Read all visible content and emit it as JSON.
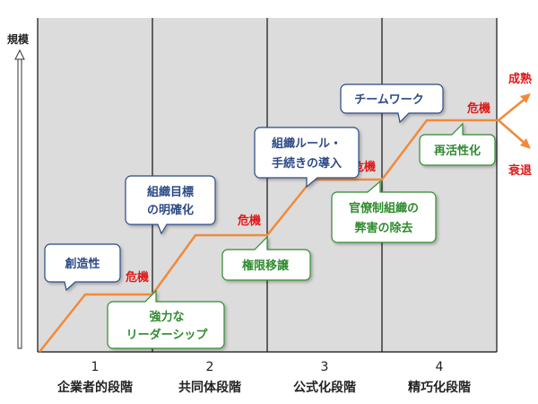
{
  "axis": {
    "y_label": "規模"
  },
  "stages": [
    {
      "number": "1",
      "name": "企業者的段階"
    },
    {
      "number": "2",
      "name": "共同体段階"
    },
    {
      "number": "3",
      "name": "公式化段階"
    },
    {
      "number": "4",
      "name": "精巧化段階"
    }
  ],
  "crisis_label": "危機",
  "outcomes": {
    "maturity": "成熟",
    "decline": "衰退"
  },
  "growth_callouts": [
    {
      "lines": [
        "創造性"
      ]
    },
    {
      "lines": [
        "組織目標",
        "の明確化"
      ]
    },
    {
      "lines": [
        "組織ルール・",
        "手続きの導入"
      ]
    },
    {
      "lines": [
        "チームワーク"
      ]
    }
  ],
  "crisis_callouts": [
    {
      "lines": [
        "強力な",
        "リーダーシップ"
      ]
    },
    {
      "lines": [
        "権限移譲"
      ]
    },
    {
      "lines": [
        "官僚制組織の",
        "弊害の除去"
      ]
    },
    {
      "lines": [
        "再活性化"
      ]
    }
  ],
  "colors": {
    "curve": "#f08a3c",
    "crisis": "#e01818",
    "panel": "#dcdcdc",
    "blue_text": "#2c4a86",
    "green_text": "#2e8b2e"
  }
}
